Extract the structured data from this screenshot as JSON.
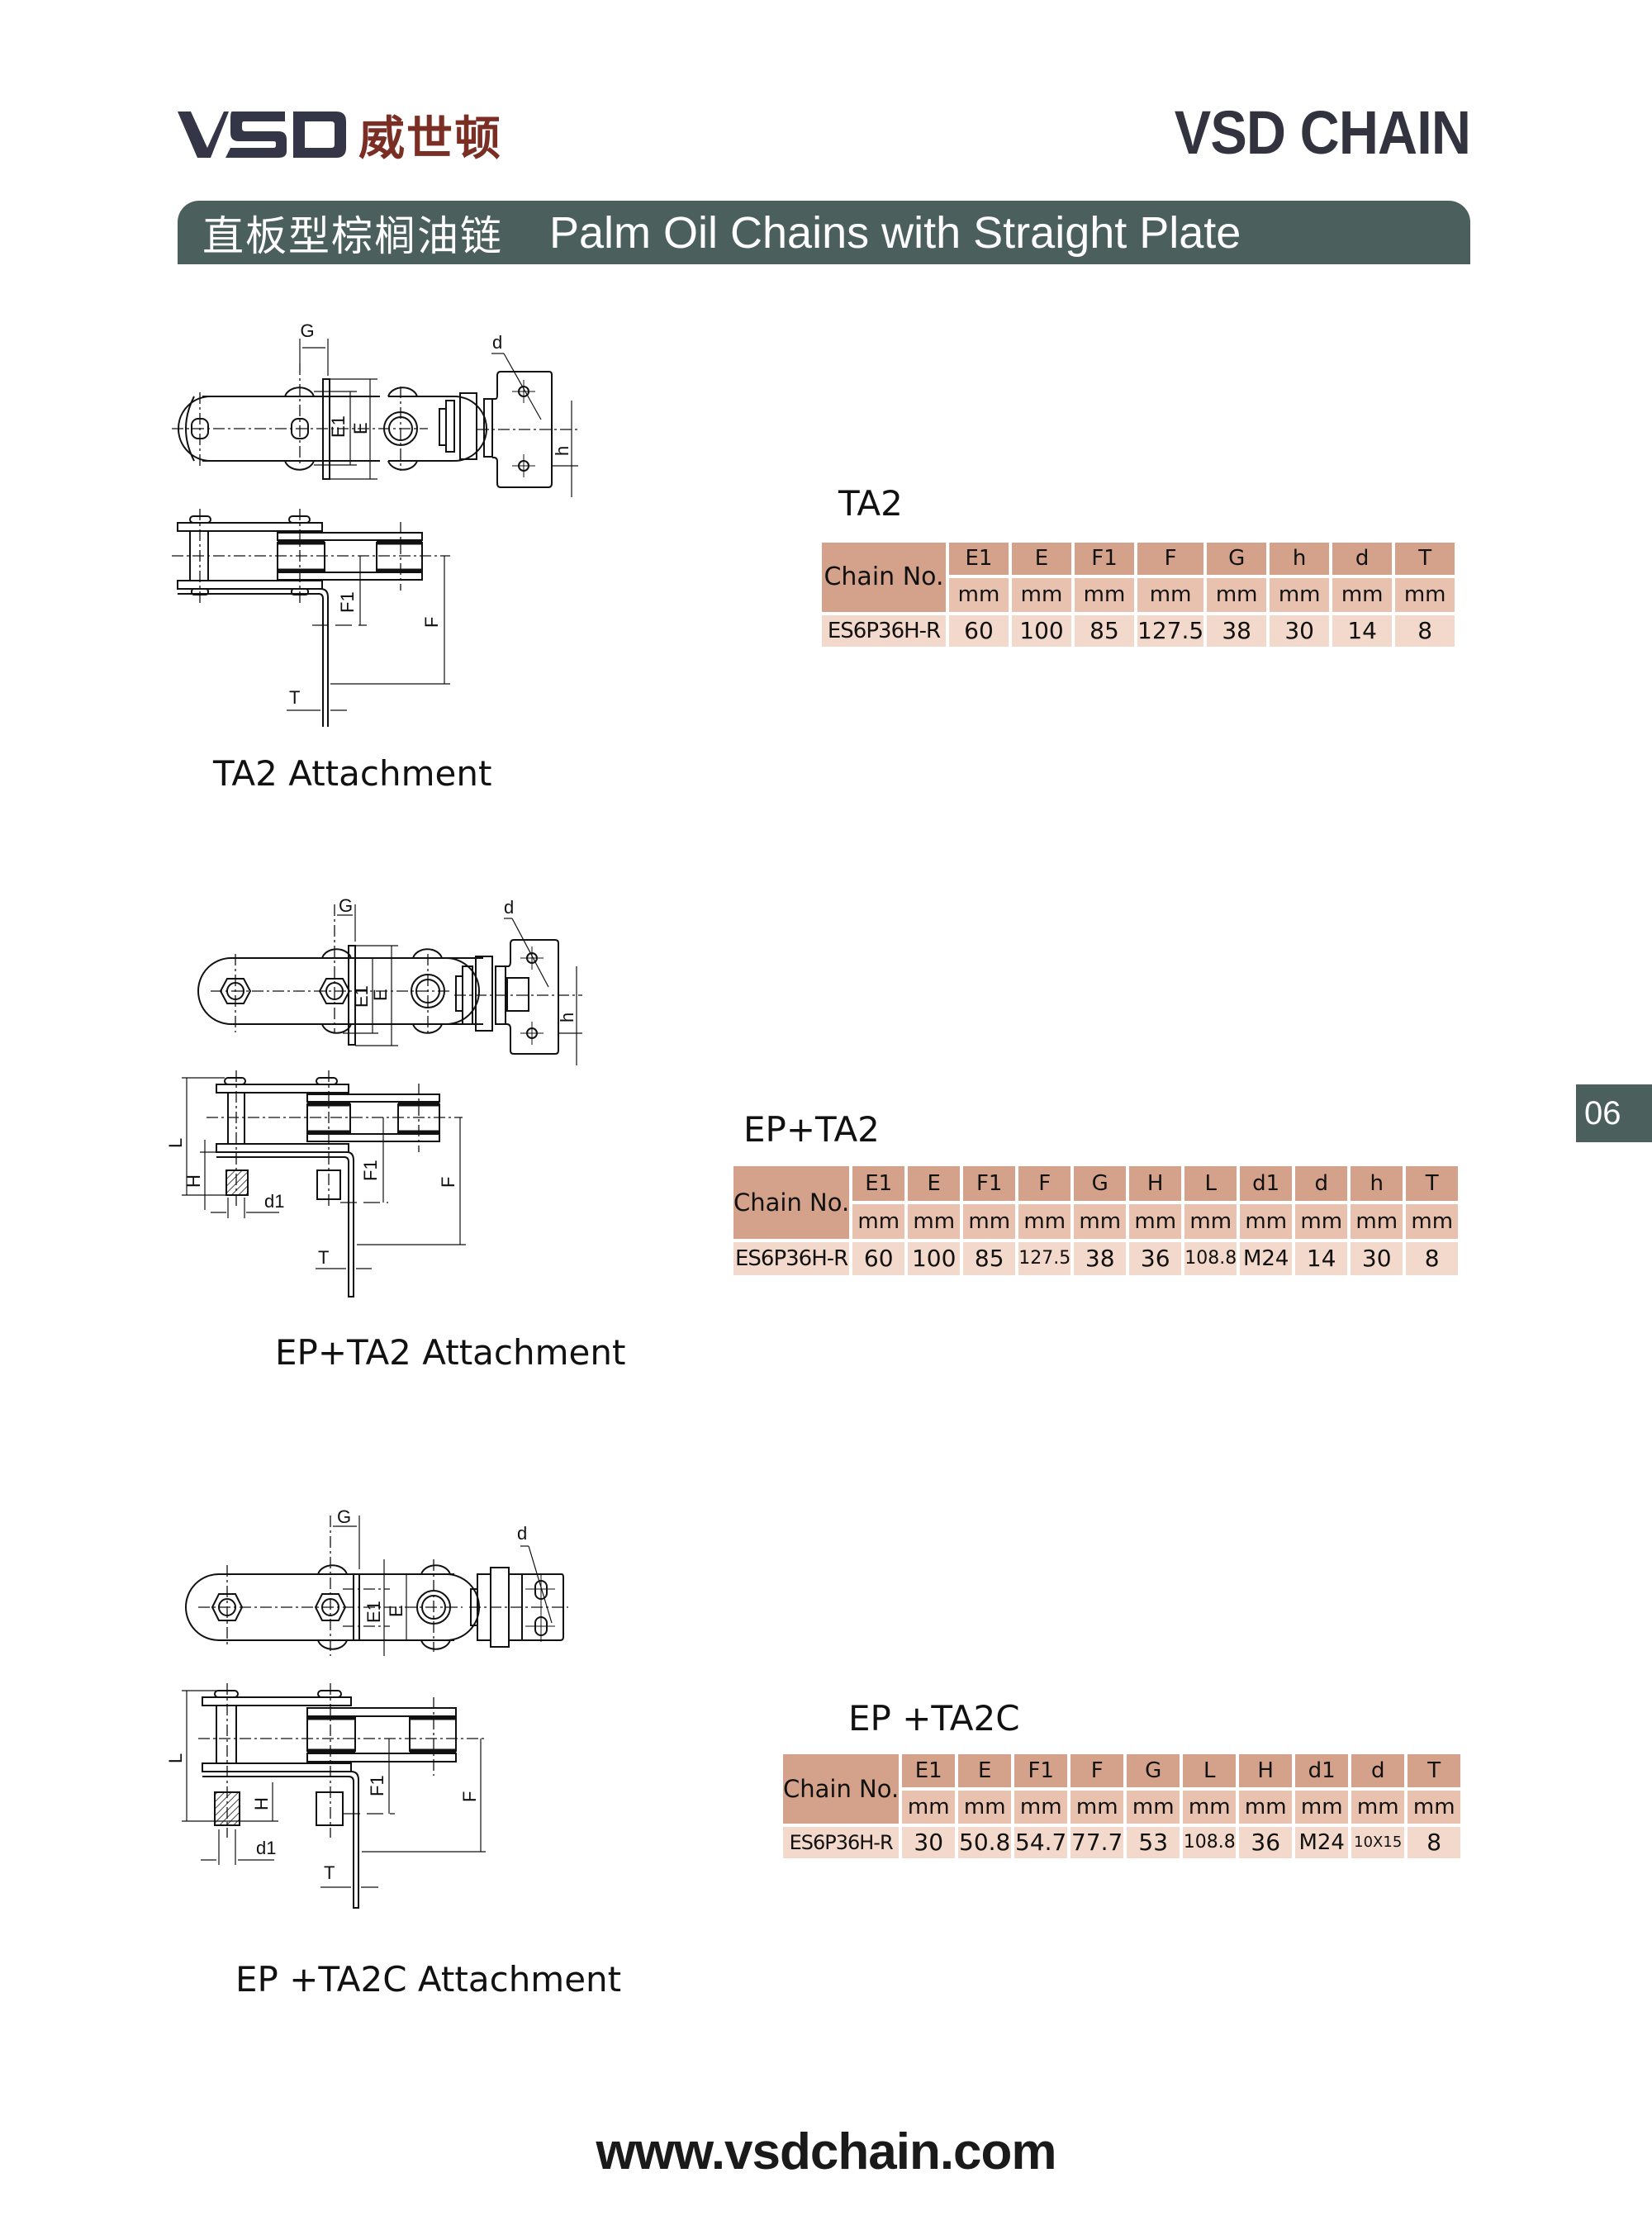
{
  "header": {
    "logo_latin": "VSD",
    "logo_cn": "威世顿",
    "brand": "VSD CHAIN",
    "title_cn": "直板型棕榈油链",
    "title_en": "Palm Oil Chains with Straight Plate"
  },
  "page_tab": "06",
  "colors": {
    "title_bar": "#4b605c",
    "logo_cn": "#7b2e24",
    "table_header": "#d4a28a",
    "table_unit": "#e8c2ae",
    "table_value": "#f3d9cb"
  },
  "sections": [
    {
      "model": "TA2",
      "caption": "TA2 Attachment",
      "diagram_labels": [
        "G",
        "E1",
        "E",
        "d",
        "h",
        "F1",
        "F",
        "T"
      ],
      "table": {
        "chain_header": "Chain No.",
        "columns": [
          "E1",
          "E",
          "F1",
          "F",
          "G",
          "h",
          "d",
          "T"
        ],
        "units": [
          "mm",
          "mm",
          "mm",
          "mm",
          "mm",
          "mm",
          "mm",
          "mm"
        ],
        "rows": [
          {
            "chain_no": "ES6P36H-R",
            "values": [
              "60",
              "100",
              "85",
              "127.5",
              "38",
              "30",
              "14",
              "8"
            ]
          }
        ]
      }
    },
    {
      "model": "EP+TA2",
      "caption": "EP+TA2 Attachment",
      "diagram_labels": [
        "G",
        "E1",
        "E",
        "d",
        "h",
        "L",
        "H",
        "d1",
        "F1",
        "F",
        "T"
      ],
      "table": {
        "chain_header": "Chain No.",
        "columns": [
          "E1",
          "E",
          "F1",
          "F",
          "G",
          "H",
          "L",
          "d1",
          "d",
          "h",
          "T"
        ],
        "units": [
          "mm",
          "mm",
          "mm",
          "mm",
          "mm",
          "mm",
          "mm",
          "mm",
          "mm",
          "mm",
          "mm"
        ],
        "rows": [
          {
            "chain_no": "ES6P36H-R",
            "values": [
              "60",
              "100",
              "85",
              "127.5",
              "38",
              "36",
              "108.8",
              "M24",
              "14",
              "30",
              "8"
            ]
          }
        ]
      }
    },
    {
      "model": "EP +TA2C",
      "caption": "EP +TA2C Attachment",
      "diagram_labels": [
        "G",
        "E1",
        "E",
        "d",
        "L",
        "H",
        "d1",
        "F1",
        "F",
        "T"
      ],
      "table": {
        "chain_header": "Chain No.",
        "columns": [
          "E1",
          "E",
          "F1",
          "F",
          "G",
          "L",
          "H",
          "d1",
          "d",
          "T"
        ],
        "units": [
          "mm",
          "mm",
          "mm",
          "mm",
          "mm",
          "mm",
          "mm",
          "mm",
          "mm",
          "mm"
        ],
        "rows": [
          {
            "chain_no": "ES6P36H-R",
            "values": [
              "30",
              "50.8",
              "54.7",
              "77.7",
              "53",
              "108.8",
              "36",
              "M24",
              "10X15",
              "8"
            ]
          }
        ]
      }
    }
  ],
  "footer": {
    "url": "www.vsdchain.com"
  }
}
